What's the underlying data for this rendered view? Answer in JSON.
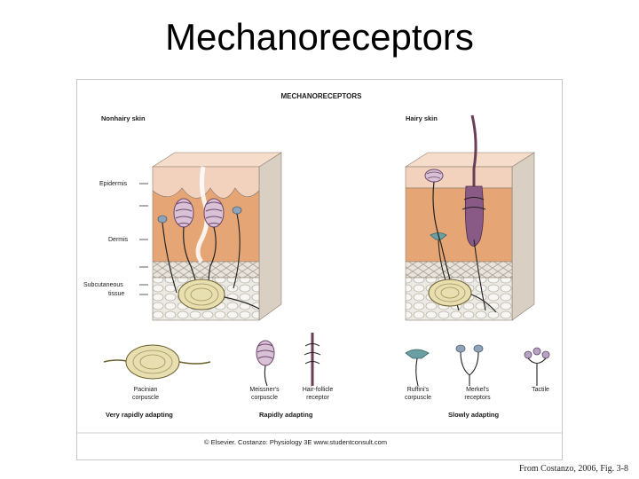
{
  "slide": {
    "title": "Mechanoreceptors",
    "citation": "From Costanzo, 2006, Fig. 3-8"
  },
  "figure": {
    "title": "MECHANORECEPTORS",
    "panels": {
      "left": "Nonhairy skin",
      "right": "Hairy skin"
    },
    "layer_labels": {
      "epidermis": "Epidermis",
      "dermis": "Dermis",
      "subcutaneous_1": "Subcutaneous",
      "subcutaneous_2": "tissue"
    },
    "receptors": {
      "pacinian_1": "Pacinian",
      "pacinian_2": "corpuscle",
      "meissner_1": "Meissner's",
      "meissner_2": "corpuscle",
      "hair_1": "Hair-follicle",
      "hair_2": "receptor",
      "ruffini_1": "Ruffini's",
      "ruffini_2": "corpuscle",
      "merkel_1": "Merkel's",
      "merkel_2": "receptors",
      "tactile": "Tactile"
    },
    "adaptation": {
      "very_rapid": "Very rapidly adapting",
      "rapid": "Rapidly adapting",
      "slow": "Slowly adapting"
    },
    "credit": "© Elsevier. Costanzo: Physiology 3E www.studentconsult.com"
  },
  "colors": {
    "epidermis": "#f2d2bc",
    "dermis": "#e5a575",
    "dermis_dark": "#c98b5c",
    "subcutaneous": "#e9e9e4",
    "receptor_purple": "#8a5a86",
    "receptor_blue": "#8ea3b8",
    "ruffini_teal": "#6aa0a4",
    "pacinian": "#e8dfb0"
  }
}
